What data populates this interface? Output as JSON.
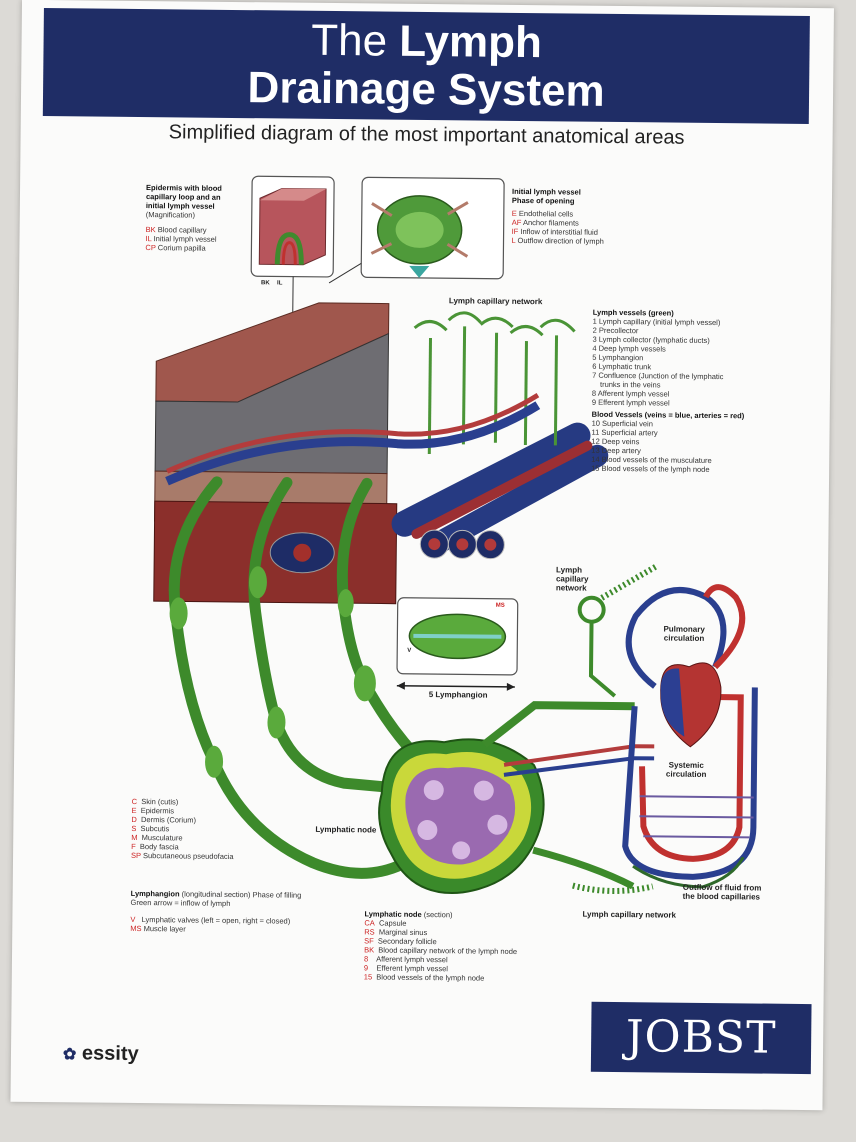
{
  "title": {
    "light": "The ",
    "bold1": "Lymph",
    "line2": "Drainage System"
  },
  "subtitle": "Simplified diagram of the most important anatomical areas",
  "inset_left": {
    "heading": [
      "Epidermis with blood",
      "capillary loop and an",
      "initial lymph vessel"
    ],
    "note": "(Magnification)",
    "items": [
      {
        "code": "BK",
        "text": "Blood capillary"
      },
      {
        "code": "IL",
        "text": "Initial lymph vessel"
      },
      {
        "code": "CP",
        "text": "Corium papilla"
      }
    ],
    "tags": [
      "BK",
      "IL"
    ]
  },
  "inset_right": {
    "heading": [
      "Initial lymph vessel",
      "Phase of opening"
    ],
    "items": [
      {
        "code": "E",
        "text": "Endothelial cells"
      },
      {
        "code": "AF",
        "text": "Anchor filaments"
      },
      {
        "code": "IF",
        "text": "Inflow of interstitial fluid"
      },
      {
        "code": "L",
        "text": "Outflow direction of lymph"
      }
    ]
  },
  "lymph_capillary_network_label": "Lymph capillary network",
  "lymph_vessels": {
    "heading": "Lymph vessels (green)",
    "items": [
      "1 Lymph capillary (initial lymph vessel)",
      "2 Precollector",
      "3 Lymph collector (lymphatic ducts)",
      "4 Deep lymph vessels",
      "5 Lymphangion",
      "6 Lymphatic trunk",
      "7 Confluence (Junction of the lymphatic",
      "trunks in the veins",
      "8 Afferent lymph vessel",
      "9 Efferent lymph vessel"
    ]
  },
  "blood_vessels": {
    "heading": "Blood Vessels (veins = blue, arteries = red)",
    "items": [
      "10 Superficial vein",
      "11 Superficial artery",
      "12 Deep veins",
      "13 Deep artery",
      "14 Blood vessels of the musculature",
      "15 Blood vessels of the lymph node"
    ]
  },
  "layers": {
    "items": [
      {
        "code": "C",
        "text": "Skin (cutis)"
      },
      {
        "code": "E",
        "text": "Epidermis"
      },
      {
        "code": "D",
        "text": "Dermis (Corium)"
      },
      {
        "code": "S",
        "text": "Subcutis"
      },
      {
        "code": "M",
        "text": "Musculature"
      },
      {
        "code": "F",
        "text": "Body fascia"
      },
      {
        "code": "SP",
        "text": "Subcutaneous pseudofacia"
      }
    ]
  },
  "lymphangion_note": {
    "heading": "Lymphangion",
    "heading_rest": " (longitudinal section) Phase of filling",
    "line2": "Green arrow = inflow of lymph",
    "items": [
      {
        "code": "V",
        "text": "Lymphatic valves (left = open, right = closed)"
      },
      {
        "code": "MS",
        "text": "Muscle layer"
      }
    ]
  },
  "lymphatic_node": {
    "heading": "Lymphatic node",
    "heading_rest": " (section)",
    "items": [
      {
        "code": "CA",
        "text": "Capsule"
      },
      {
        "code": "RS",
        "text": "Marginal sinus"
      },
      {
        "code": "SF",
        "text": "Secondary follicle"
      },
      {
        "code": "BK",
        "text": "Blood capillary network of the lymph node"
      },
      {
        "code": "8",
        "text": "Afferent lymph vessel"
      },
      {
        "code": "9",
        "text": "Efferent lymph vessel"
      },
      {
        "code": "15",
        "text": "Blood vessels of the lymph node"
      }
    ]
  },
  "diagram_labels": {
    "lymph_capillary_network_2": [
      "Lymph",
      "capillary",
      "network"
    ],
    "pulmonary": [
      "Pulmonary",
      "circulation"
    ],
    "systemic": [
      "Systemic",
      "circulation"
    ],
    "lymphangion": "5  Lymphangion",
    "lymphatic_node": "Lymphatic node",
    "outflow": [
      "Outflow of fluid from",
      "the blood capillaries"
    ],
    "lymph_capillary_network_3": "Lymph capillary network",
    "ms": "MS",
    "v": "V"
  },
  "brand": {
    "essity": "essity",
    "jobst": "JOBST"
  },
  "colors": {
    "banner": "#1f2d66",
    "lymph_green": "#3f8a2e",
    "vein_blue": "#2a3f8f",
    "artery_red": "#c0312f",
    "code_red": "#c22222"
  }
}
